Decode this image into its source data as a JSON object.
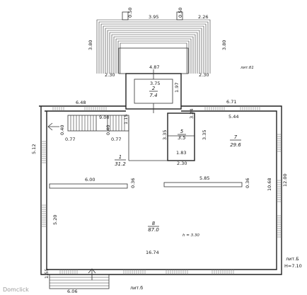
{
  "dimensions": {
    "porch_top_gap_left": "0.50",
    "porch_top_width": "3.95",
    "porch_top_gap_right": "0.50",
    "porch_top_right": "2.26",
    "porch_side_left": "3.80",
    "porch_side_right": "3.80",
    "porch_bottom_left": "2.30",
    "porch_bottom_center": "4.87",
    "porch_bottom_right": "2.30",
    "vestibule_width": "3.75",
    "vestibule_depth": "1.97",
    "top_left_width": "6.48",
    "stair_run": "9.00",
    "stair_small": "1.15",
    "stair_gap_a": "0.40",
    "stair_gap_b": "0.40",
    "stair_w_a": "0.77",
    "stair_w_b": "0.77",
    "left_height_upper": "5.12",
    "closet_left": "3.35",
    "closet_height": "3.24",
    "closet_right": "3.35",
    "closet_width": "1.83",
    "corridor_width": "2.30",
    "top_right_width": "6.71",
    "right_room_width": "5.44",
    "partition_left": "6.00",
    "partition_gap": "0.36",
    "partition_right": "5.85",
    "partition_gap_right": "0.36",
    "right_inner_height": "10.68",
    "right_outer_height": "12.00",
    "left_height_lower": "5.20",
    "bottom_width": "16.74",
    "bottom_steps_height": "1.55",
    "bottom_steps_width": "6.06"
  },
  "rooms": {
    "vestibule": {
      "number": "2",
      "area": "7.4"
    },
    "hall": {
      "number": "1",
      "area": "31.2"
    },
    "closet": {
      "number": "5",
      "area": "3.5"
    },
    "right_room": {
      "number": "7",
      "area": "29.6"
    },
    "main_hall": {
      "number": "8",
      "area": "87.0"
    }
  },
  "labels": {
    "porch_tag": "лит.б1",
    "height_note": "h = 3.30",
    "lit_b_right": "лит.Б",
    "height_right": "H=7.10",
    "lit_b_bottom": "лит.б",
    "watermark": "Domclick"
  }
}
